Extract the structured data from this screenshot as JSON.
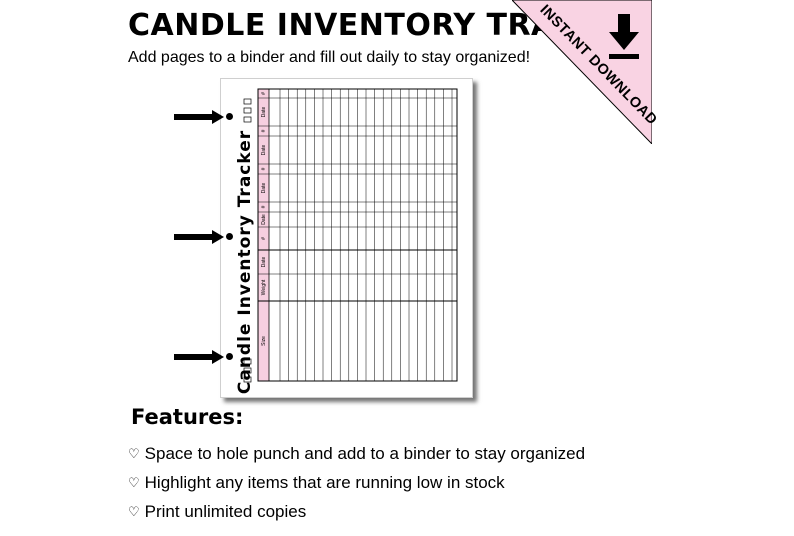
{
  "header": {
    "title": "CANDLE INVENTORY TRACKER",
    "subtitle": "Add pages to a binder and fill out daily to stay organized!"
  },
  "badge": {
    "text": "INSTANT DOWNLOAD",
    "icon": "download-icon",
    "color": "#f9d3e3"
  },
  "sheet": {
    "title": "Candle Inventory Tracker",
    "columns": [
      "Description",
      "Size",
      "Weight",
      "Date",
      "#",
      "Date",
      "#",
      "Date",
      "#",
      "Date",
      "#",
      "Date",
      "#"
    ],
    "header_color": "#f6cfe0"
  },
  "features": {
    "title": "Features:",
    "bullet_icon": "heart-outline-icon",
    "items": [
      "Space to hole punch and add to a binder to stay organized",
      "Highlight any items that are running low in stock",
      "Print unlimited copies"
    ]
  }
}
